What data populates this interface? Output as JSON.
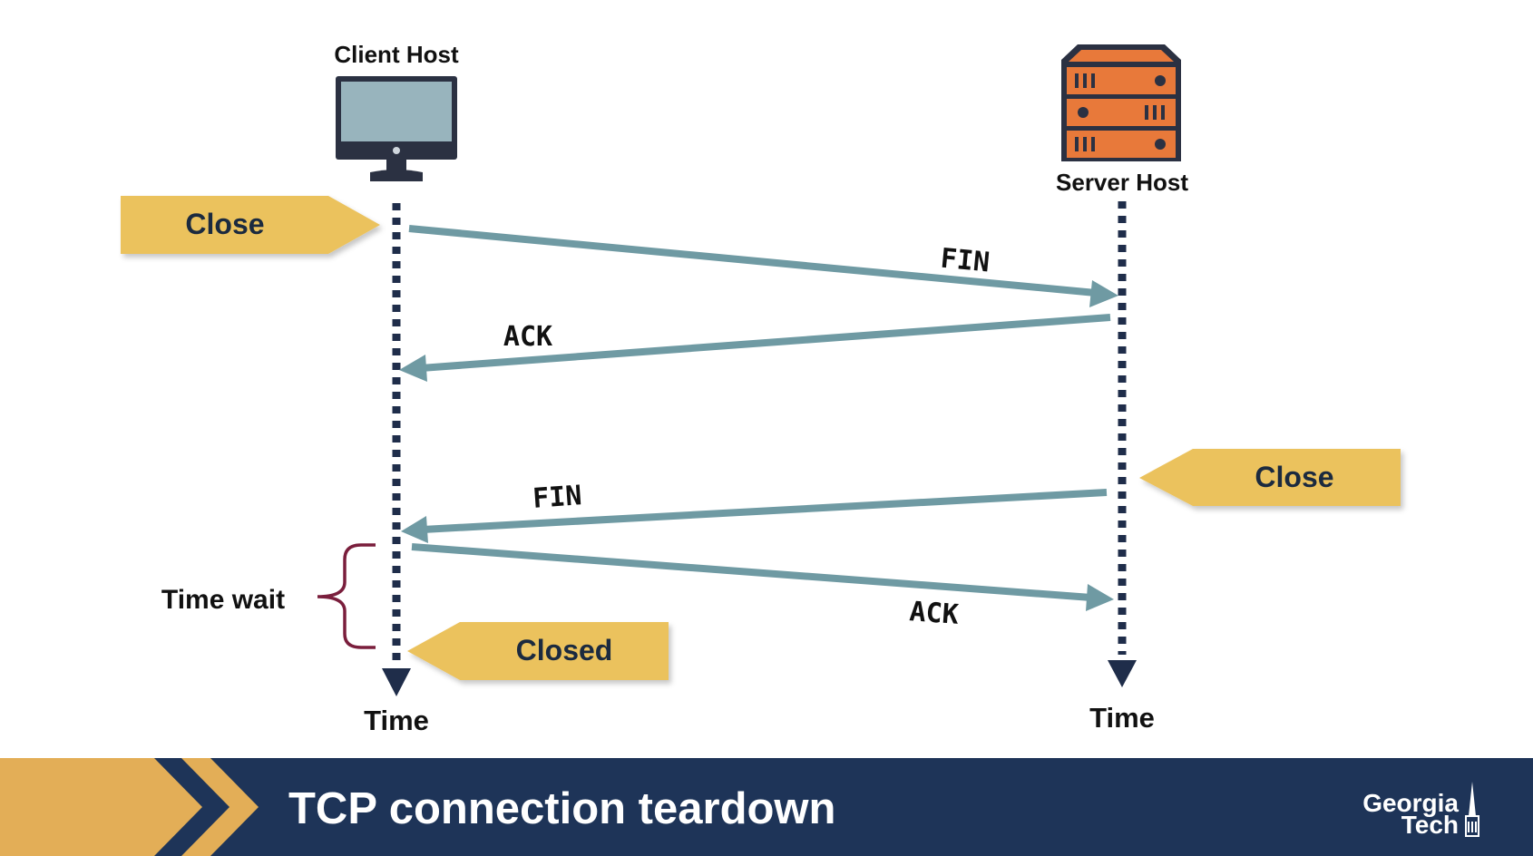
{
  "client": {
    "label": "Client Host",
    "time_label": "Time"
  },
  "server": {
    "label": "Server Host",
    "time_label": "Time"
  },
  "messages": [
    {
      "label": "FIN",
      "from": "client",
      "to": "server"
    },
    {
      "label": "ACK",
      "from": "server",
      "to": "client"
    },
    {
      "label": "FIN",
      "from": "server",
      "to": "client"
    },
    {
      "label": "ACK",
      "from": "client",
      "to": "server"
    }
  ],
  "callouts": {
    "client_close": "Close",
    "server_close": "Close",
    "client_closed": "Closed"
  },
  "time_wait_label": "Time wait",
  "footer": {
    "title": "TCP connection teardown",
    "logo_line1": "Georgia",
    "logo_line2": "Tech"
  },
  "colors": {
    "arrow": "#6f9aa3",
    "timeline": "#1f2d4a",
    "callout": "#ebc25d",
    "bracket": "#7a1e3c",
    "footer_bg": "#1e3458",
    "footer_gold": "#e3ae57",
    "server_orange": "#e8793a",
    "monitor_screen": "#98b4bd"
  }
}
